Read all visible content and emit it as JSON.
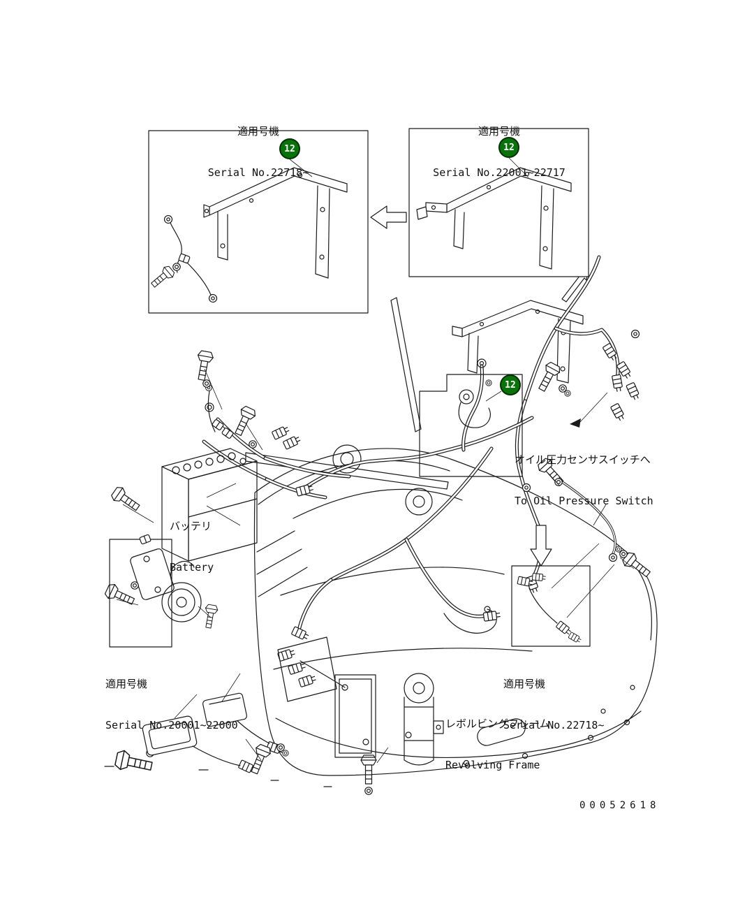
{
  "document": {
    "number": "00052618"
  },
  "callouts": {
    "item_number": "12"
  },
  "insets": {
    "top_left": {
      "applicability": "適用号機",
      "serial_range": "Serial No.22718~"
    },
    "top_right": {
      "applicability": "適用号機",
      "serial_range": "Serial No.22001~22717"
    },
    "bottom_left": {
      "applicability": "適用号機",
      "serial_range": "Serial No.20001~22000"
    },
    "bottom_right": {
      "applicability": "適用号機",
      "serial_range": "Serial No.22718~"
    }
  },
  "annotations": {
    "oil_pressure_switch": {
      "jp": "オイル圧力センサスイッチへ",
      "en": "To Oil Pressure Switch"
    },
    "battery": {
      "jp": "バッテリ",
      "en": "Battery"
    },
    "revolving_frame": {
      "jp": "レボルビングフレーム",
      "en": "Revolving Frame"
    }
  },
  "colors": {
    "background": "#ffffff",
    "line": "#1a1a1a",
    "callout_fill": "#0a720a",
    "callout_ring": "#042f04",
    "callout_text": "#ffffff"
  }
}
